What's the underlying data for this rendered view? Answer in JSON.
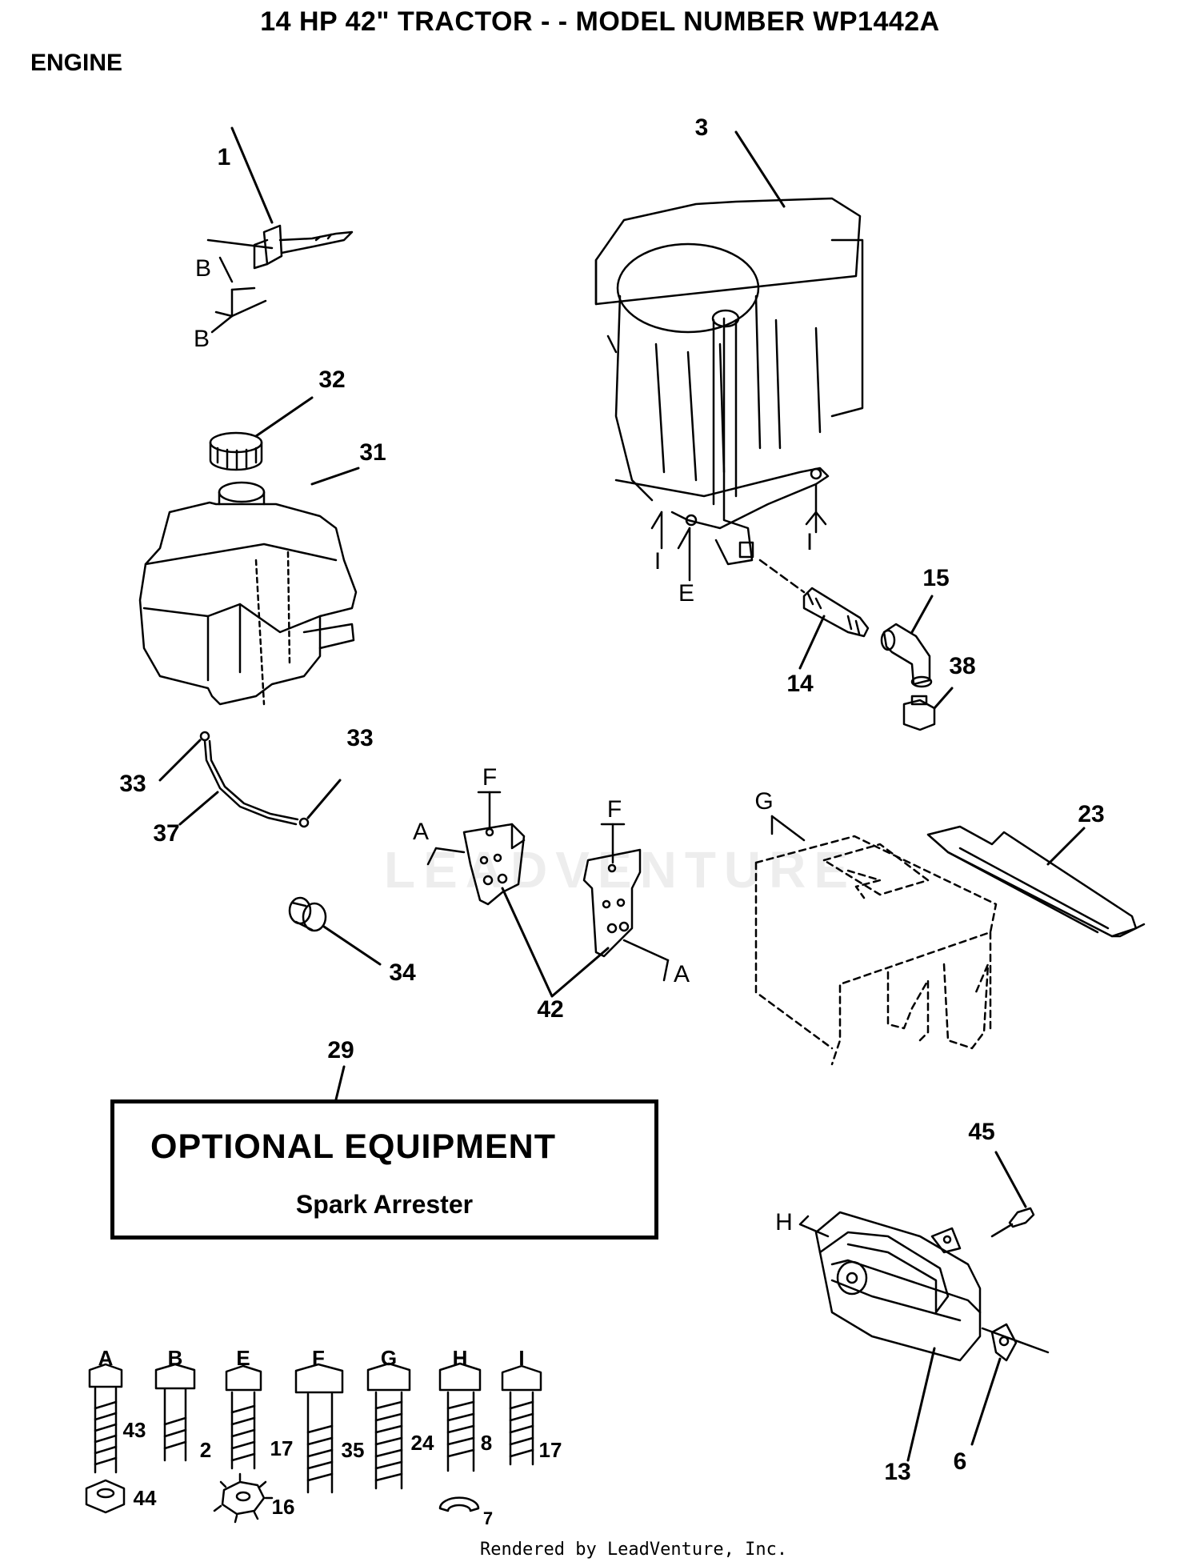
{
  "header": {
    "title": "14 HP 42\" TRACTOR - - MODEL NUMBER WP1442A",
    "section": "ENGINE"
  },
  "callouts": [
    "1",
    "3",
    "32",
    "31",
    "15",
    "38",
    "14",
    "33",
    "33",
    "37",
    "23",
    "34",
    "42",
    "29",
    "45",
    "13",
    "6"
  ],
  "letters": [
    "B",
    "B",
    "I",
    "I",
    "E",
    "F",
    "F",
    "A",
    "A",
    "G",
    "H"
  ],
  "optional_box": {
    "heading": "OPTIONAL EQUIPMENT",
    "item": "Spark Arrester"
  },
  "hardware": {
    "columns": [
      {
        "letter": "A",
        "part": "43",
        "extra": "44"
      },
      {
        "letter": "B",
        "part": "2"
      },
      {
        "letter": "E",
        "part": "17",
        "extra": "16"
      },
      {
        "letter": "F",
        "part": "35"
      },
      {
        "letter": "G",
        "part": "24"
      },
      {
        "letter": "H",
        "part": "8",
        "extra": "7"
      },
      {
        "letter": "I",
        "part": "17"
      }
    ]
  },
  "watermark": "LEADVENTURE",
  "footer": "Rendered by LeadVenture, Inc."
}
